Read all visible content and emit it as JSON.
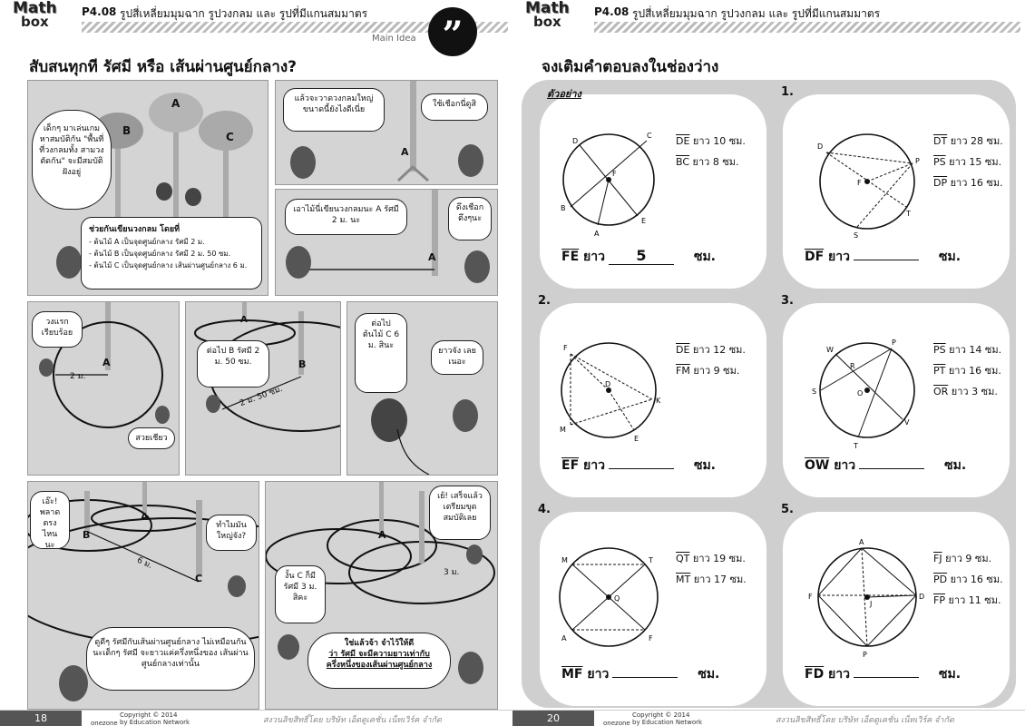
{
  "header": {
    "logo_top": "Math",
    "logo_bottom": "box",
    "code": "P4.08",
    "title": "รูปสี่เหลี่ยมมุมฉาก รูปวงกลม และ รูปที่มีแกนสมมาตร",
    "main_idea": "Main Idea",
    "quote_mark": "”"
  },
  "left": {
    "heading": "สับสนทุกที รัศมี หรือ เส้นผ่านศูนย์กลาง?",
    "panel1_bubble": "เด็กๆ มาเล่นเกม หาสมบัติกัน \"พื้นที่ ที่วงกลมทั้ง สามวงตัดกัน\" จะมีสมบัติฝังอยู่",
    "panel1_box_title": "ช่วยกันเขียนวงกลม โดยที่",
    "panel1_box_items": [
      "- ต้นไม้ A เป็นจุดศูนย์กลาง รัศมี 2 ม.",
      "- ต้นไม้ B เป็นจุดศูนย์กลาง รัศมี 2 ม. 50 ซม.",
      "- ต้นไม้ C เป็นจุดศูนย์กลาง เส้นผ่านศูนย์กลาง 6 ม."
    ],
    "tree_a": "A",
    "tree_b": "B",
    "tree_c": "C",
    "panel2_bubble1": "แล้วจะวาดวงกลมใหญ่ ขนาดนี้ยังไงดีเนี่ย",
    "panel2_bubble2": "ใช้เชือกนี่ดูสิ",
    "panel3_bubble1": "เอาไม้นี่เขียนวงกลมนะ A รัศมี 2 ม. นะ",
    "panel3_bubble2": "ดึงเชือก ตึงๆนะ",
    "panel4_bubble1": "วงแรก เรียบร้อย",
    "panel4_label": "2 ม.",
    "panel4_bubble2": "สวยเชียว",
    "panel5_bubble": "ต่อไป B รัศมี 2 ม. 50 ซม.",
    "panel5_label": "2 ม. 50 ซม.",
    "panel6_bubble1": "ต่อไป ต้นไม้ C 6 ม. สินะ",
    "panel6_bubble2": "ยาวจัง เลยเนอะ",
    "panel7_bubble1": "เอ๊ะ! พลาด ตรงไหน นะ",
    "panel7_bubble2": "ทำไมมัน ใหญ่จัง?",
    "panel7_label": "6 ม.",
    "panel7_bubble3": "ดูดีๆ รัศมีกับเส้นผ่านศูนย์กลาง ไม่เหมือนกันนะเด็กๆ รัศมี จะยาวแค่ครึ่งหนึ่งของ เส้นผ่านศูนย์กลางเท่านั้น",
    "panel8_bubble1": "เย้! เสร็จแล้ว เตรียมขุด สมบัติเลย",
    "panel8_bubble2": "งั้น C ก็มีรัศมี 3 ม. สิคะ",
    "panel8_label": "3 ม.",
    "panel8_bubble3_line1": "ใช่แล้วจ้า จำไว้ให้ดี",
    "panel8_bubble3_line2": "ว่า รัศมี จะมีความยาวเท่ากับ",
    "panel8_bubble3_line3": "ครึ่งหนึ่งของเส้นผ่านศูนย์กลาง",
    "page_number": "18"
  },
  "right": {
    "heading": "จงเติมคำตอบลงในช่องว่าง",
    "example_label": "ตัวอย่าง",
    "unit_len": "ยาว",
    "unit_cm": "ซม.",
    "exercises": [
      {
        "num": "",
        "m": [
          [
            "DE",
            "ยาว 10 ซม."
          ],
          [
            "BC",
            "ยาว 8 ซม."
          ]
        ],
        "q": "FE",
        "answer": "5"
      },
      {
        "num": "1.",
        "m": [
          [
            "DT",
            "ยาว 28 ซม."
          ],
          [
            "PS",
            "ยาว 15 ซม."
          ],
          [
            "DP",
            "ยาว 16 ซม."
          ]
        ],
        "q": "DF",
        "answer": ""
      },
      {
        "num": "2.",
        "m": [
          [
            "DE",
            "ยาว 12 ซม."
          ],
          [
            "FM",
            "ยาว 9 ซม."
          ]
        ],
        "q": "EF",
        "answer": ""
      },
      {
        "num": "3.",
        "m": [
          [
            "PS",
            "ยาว 14 ซม."
          ],
          [
            "PT",
            "ยาว 16 ซม."
          ],
          [
            "OR",
            "ยาว 3 ซม."
          ]
        ],
        "q": "OW",
        "answer": ""
      },
      {
        "num": "4.",
        "m": [
          [
            "QT",
            "ยาว 19 ซม."
          ],
          [
            "MT",
            "ยาว 17 ซม."
          ]
        ],
        "q": "MF",
        "answer": ""
      },
      {
        "num": "5.",
        "m": [
          [
            "FJ",
            "ยาว 9 ซม."
          ],
          [
            "PD",
            "ยาว 16 ซม."
          ],
          [
            "FP",
            "ยาว 11 ซม."
          ]
        ],
        "q": "FD",
        "answer": ""
      }
    ],
    "page_number": "20"
  },
  "footer": {
    "logo": "onezone",
    "copyright_line1": "Copyright © 2014",
    "copyright_line2": "by Education Network",
    "publisher": "สงวนลิขสิทธิ์โดย บริษัท เอ็ดดูเคชั่น เน็ทเวิร์ค จำกัด"
  },
  "colors": {
    "panel_gray": "#d4d4d4",
    "cloud_gray": "#cfcfcf",
    "footer_gray": "#555555"
  }
}
